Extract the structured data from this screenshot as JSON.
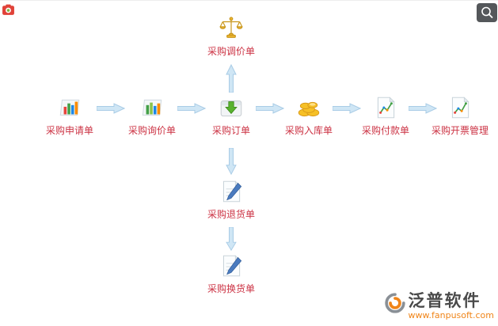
{
  "window": {
    "corner_icons": {
      "top_left": "camera-icon",
      "top_right": "zoom-icon"
    }
  },
  "flowchart": {
    "main_row": [
      {
        "label": "采购申请单",
        "icon": "bar-chart-icon"
      },
      {
        "label": "采购询价单",
        "icon": "bar-chart-icon"
      },
      {
        "label": "采购订单",
        "icon": "order-box-icon"
      },
      {
        "label": "采购入库单",
        "icon": "gold-coins-icon"
      },
      {
        "label": "采购付款单",
        "icon": "chart-document-icon"
      },
      {
        "label": "采购开票管理",
        "icon": "chart-document-icon"
      }
    ],
    "top_branch": {
      "label": "采购调价单",
      "icon": "balance-scales-icon"
    },
    "bottom_branch": [
      {
        "label": "采购退货单",
        "icon": "pen-document-icon"
      },
      {
        "label": "采购换货单",
        "icon": "pen-document-icon"
      }
    ],
    "connections": [
      "采购申请单→采购询价单",
      "采购询价单→采购订单",
      "采购订单→采购入库单",
      "采购入库单→采购付款单",
      "采购付款单→采购开票管理",
      "采购订单→采购调价单",
      "采购订单→采购退货单",
      "采购退货单→采购换货单"
    ]
  },
  "branding": {
    "logo_text": "泛普软件",
    "website": "www.fanpusoft.com"
  },
  "colors": {
    "label": "#cc3344",
    "arrow_fill": "#cfe6f5",
    "arrow_stroke": "#a9cce6",
    "brand_orange": "#f08519",
    "brand_gray": "#4a4a4a"
  }
}
